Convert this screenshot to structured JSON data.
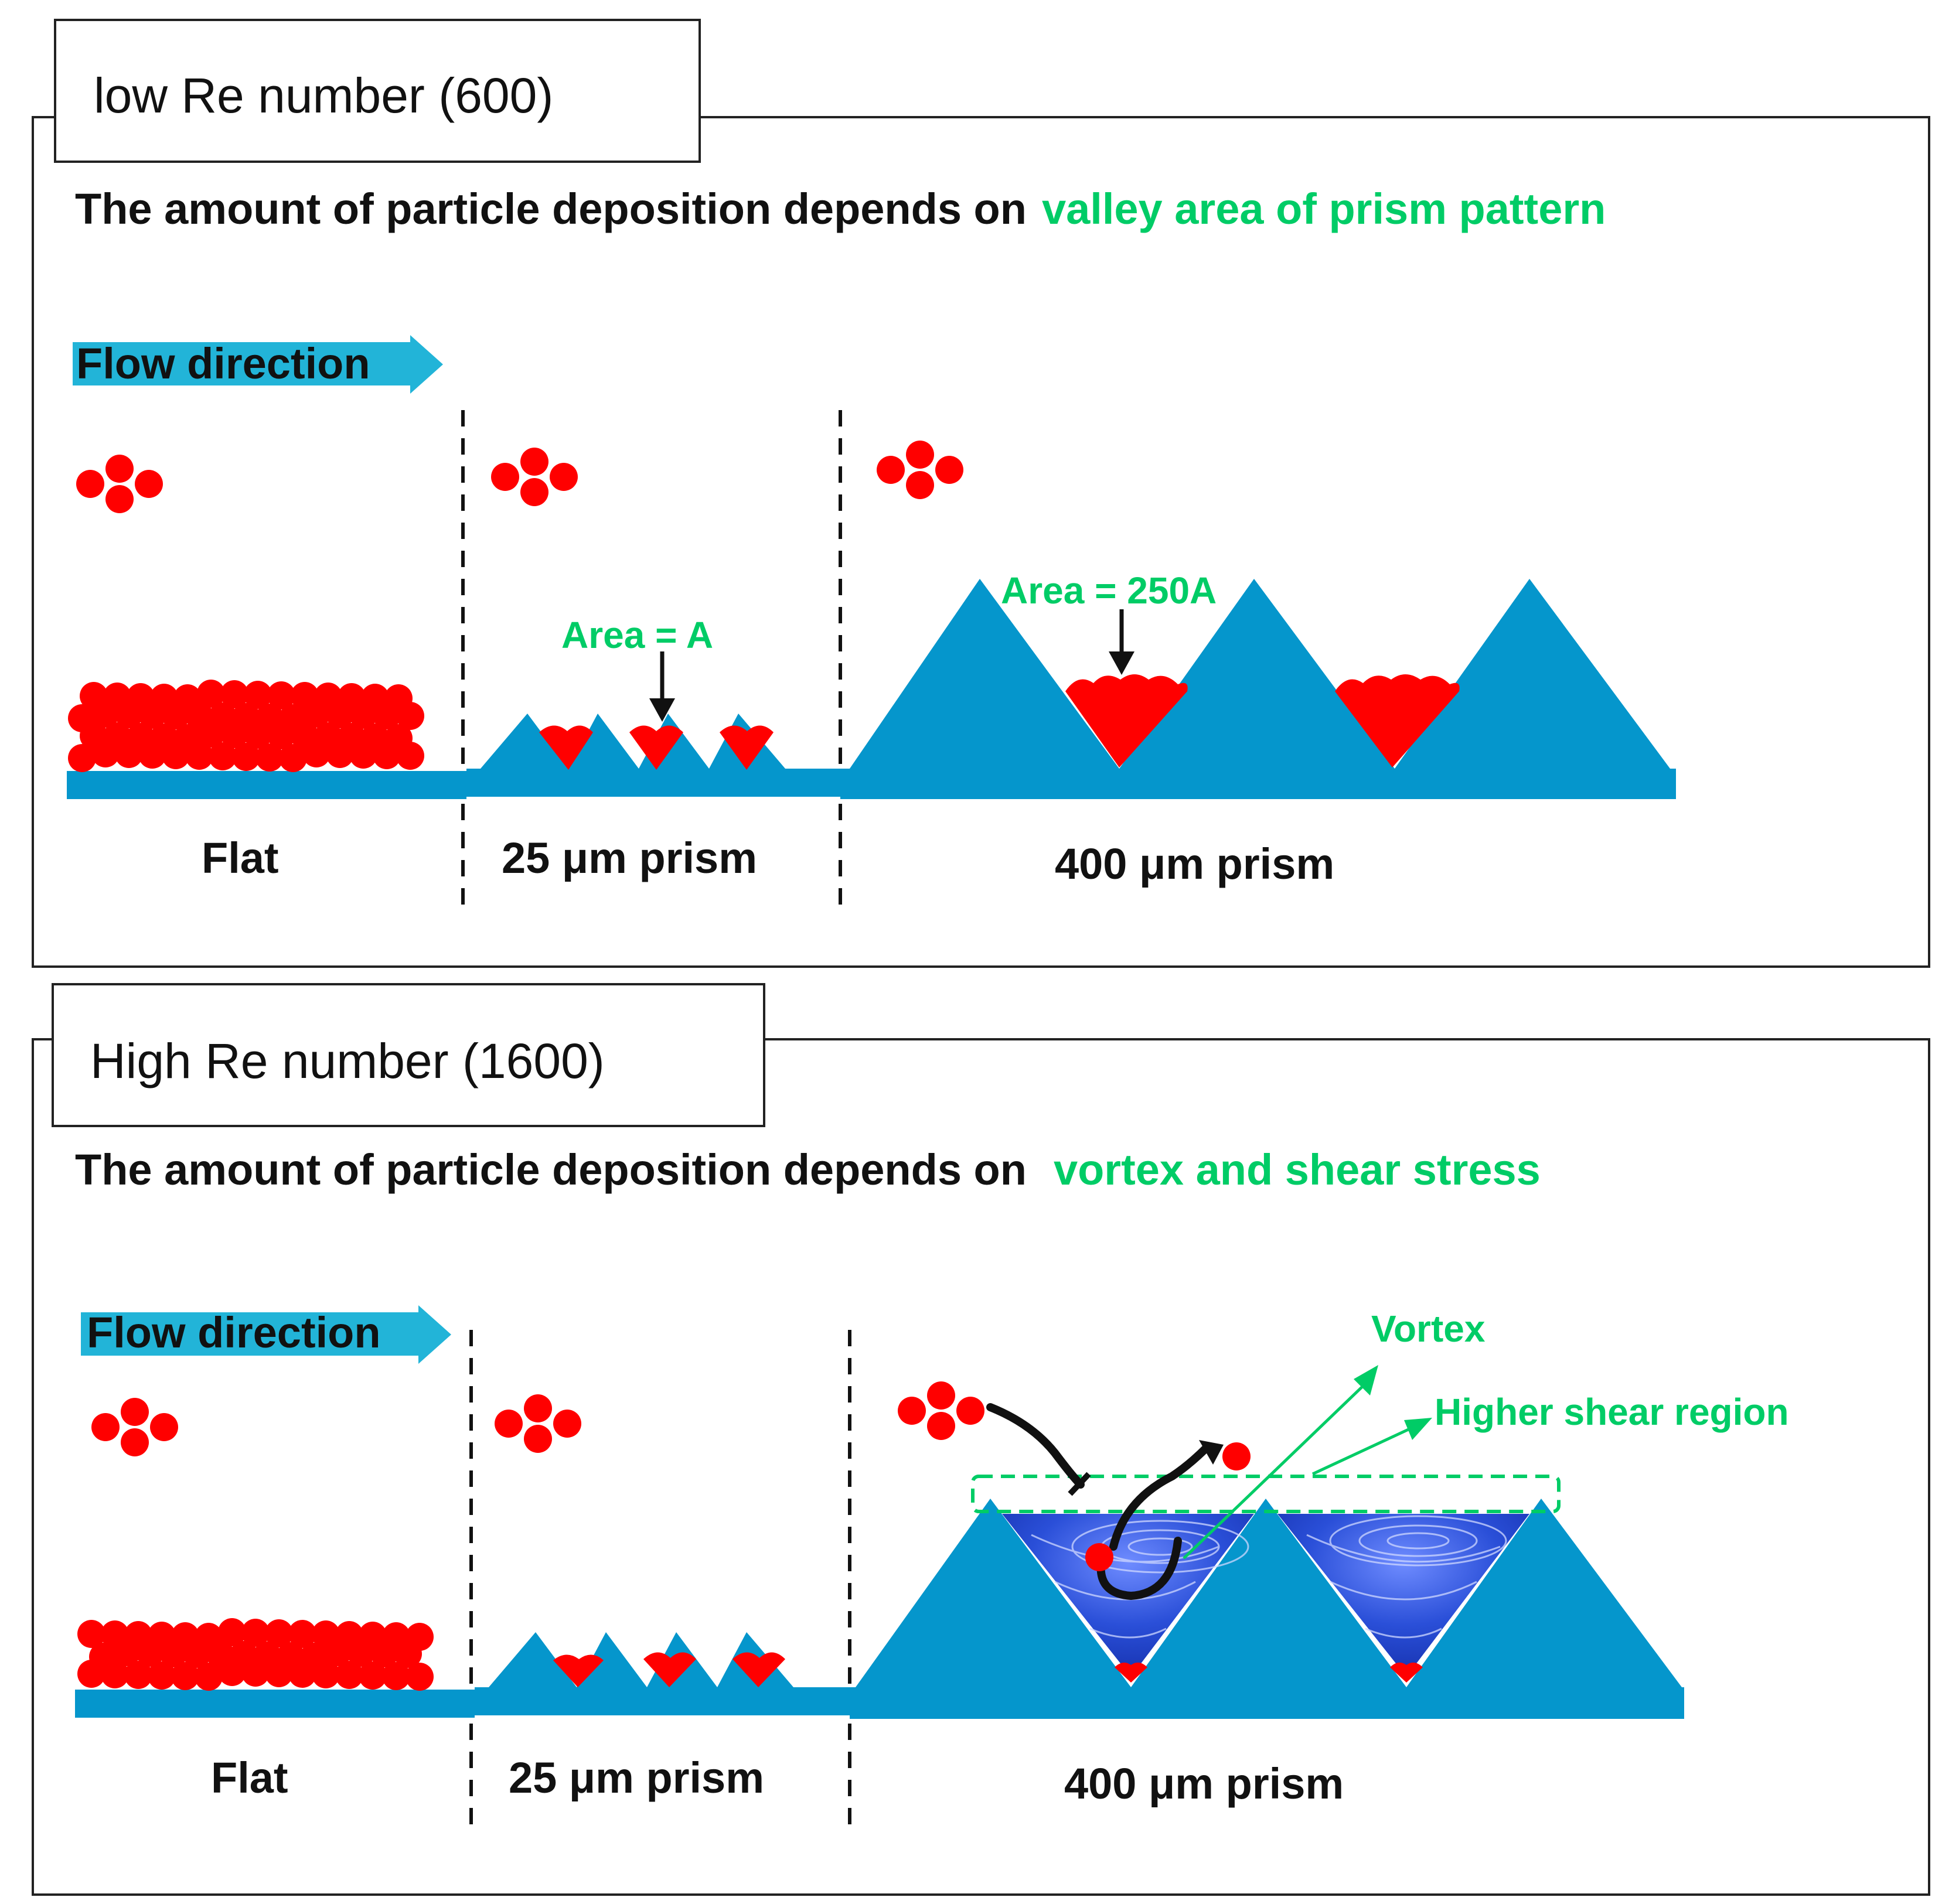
{
  "colors": {
    "prism_blue": "#0596cc",
    "particle_red": "#ff0000",
    "label_green": "#00cc66",
    "vortex_blue": "#2a4fd8",
    "outline": "#222222",
    "flow_arrow": "#22b4d8"
  },
  "icons": {
    "flow_arrow": "right-arrow-icon",
    "particle_cluster": "particle-cluster-icon"
  },
  "panels": [
    {
      "title": "low Re number (600)",
      "subtitle_prefix": "The amount of particle deposition depends on",
      "subtitle_highlight": "valley area of prism pattern",
      "flow_label": "Flow direction",
      "regions": [
        "Flat",
        "25 μm prism",
        "400 μm prism"
      ],
      "labels": {
        "area_small": "Area = A",
        "area_large": "Area = 250A"
      }
    },
    {
      "title": "High Re number (1600)",
      "subtitle_prefix": "The amount of particle deposition depends on",
      "subtitle_highlight": "vortex and shear stress",
      "flow_label": "Flow direction",
      "regions": [
        "Flat",
        "25 μm prism",
        "400 μm prism"
      ],
      "labels": {
        "vortex": "Vortex",
        "shear": "Higher shear region"
      }
    }
  ]
}
